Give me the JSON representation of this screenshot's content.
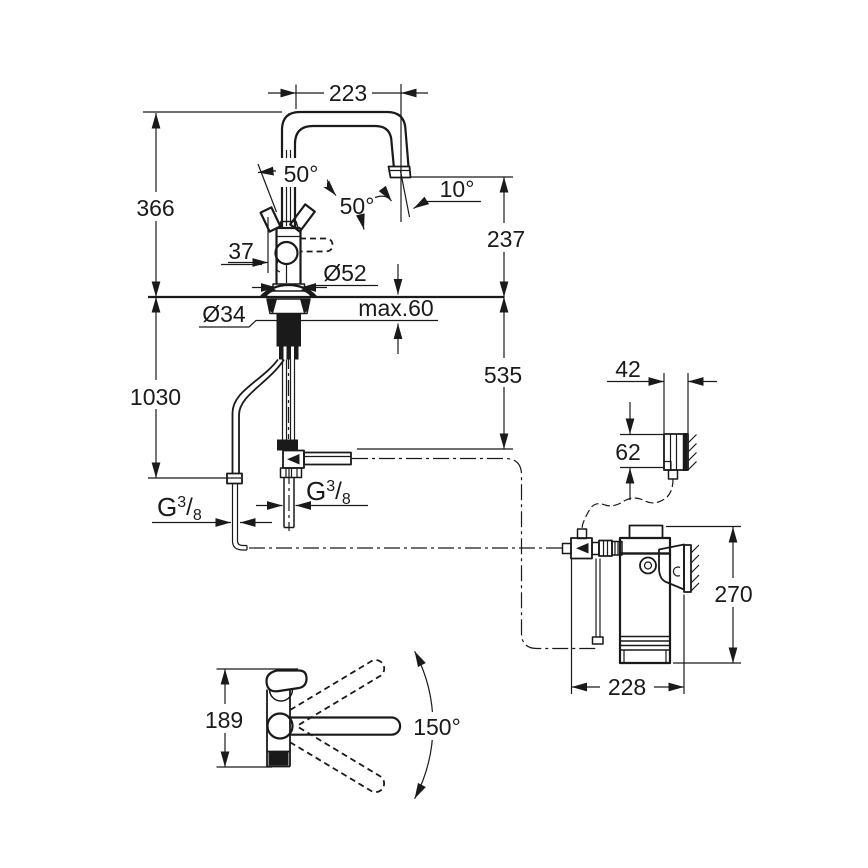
{
  "drawing": {
    "kind": "technical dimensional drawing",
    "subject": "kitchen faucet with U-spout, pull-out hoses, under-sink filter unit and wall bracket",
    "units": "mm",
    "line_color": "#1a1a1a",
    "background": "#ffffff",
    "views": {
      "front": "faucet front view with mounting and hoses",
      "filter": "filter cartridge with head, valve and wall fixing",
      "bracket": "wall-mounted bracket",
      "top": "faucet top view with spout swivel range"
    }
  },
  "dims": {
    "spout_width": "223",
    "height_above_counter": "366",
    "hose_length": "1030",
    "lever_offset": "37",
    "body_diameter": "Ø52",
    "hole_diameter": "Ø34",
    "counter_thickness": "max.60",
    "outlet_height": "237",
    "below_counter_height": "535",
    "handle_angle_a": "50°",
    "handle_angle_b": "50°",
    "outlet_angle": "10°",
    "bracket_width": "42",
    "bracket_height": "62",
    "filter_height": "270",
    "filter_depth": "228",
    "top_view_height": "189",
    "swivel_angle": "150°",
    "thread": {
      "g": "G",
      "num": "3",
      "slash": "/",
      "den": "8"
    }
  }
}
